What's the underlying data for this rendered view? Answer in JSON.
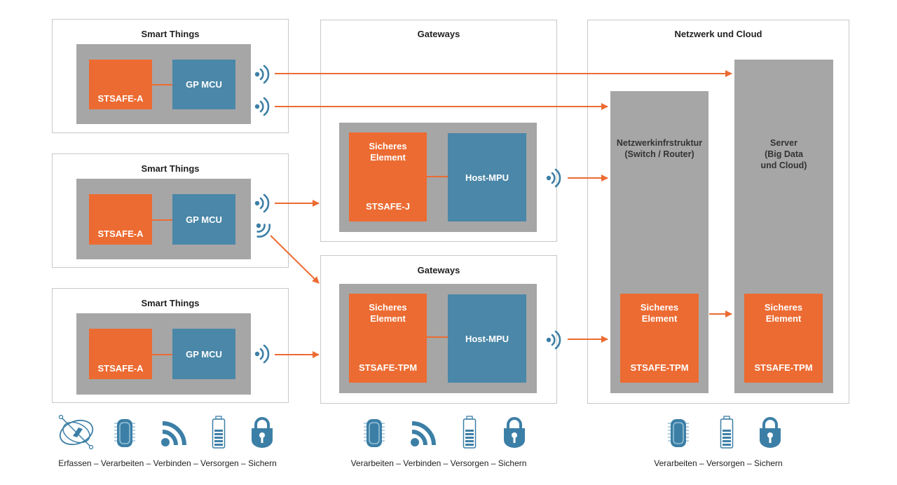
{
  "colors": {
    "orange": "#ec6b32",
    "blue": "#4a87a8",
    "grey": "#a6a6a6",
    "icon_blue": "#3c7fa6"
  },
  "smart_things": [
    {
      "title": "Smart Things",
      "secure": "STSAFE-A",
      "mcu": "GP MCU"
    },
    {
      "title": "Smart Things",
      "secure": "STSAFE-A",
      "mcu": "GP MCU"
    },
    {
      "title": "Smart Things",
      "secure": "STSAFE-A",
      "mcu": "GP MCU"
    }
  ],
  "gateways": [
    {
      "title": "Gateways",
      "secure_line1": "Sicheres",
      "secure_line2": "Element",
      "secure_part": "STSAFE-J",
      "mpu": "Host-MPU"
    },
    {
      "title": "Gateways",
      "secure_line1": "Sicheres",
      "secure_line2": "Element",
      "secure_part": "STSAFE-TPM",
      "mpu": "Host-MPU"
    }
  ],
  "network_cloud": {
    "title": "Netzwerk und Cloud",
    "infra": {
      "line1": "Netzwerkinfrstruktur",
      "line2": "(Switch / Router)",
      "secure_line1": "Sicheres",
      "secure_line2": "Element",
      "secure_part": "STSAFE-TPM"
    },
    "server": {
      "line1": "Server",
      "line2": "(Big Data",
      "line3": "und Cloud)",
      "secure_line1": "Sicheres",
      "secure_line2": "Element",
      "secure_part": "STSAFE-TPM"
    }
  },
  "legend": [
    {
      "icons": [
        "sensor-icon",
        "chip-icon",
        "wifi-icon",
        "battery-icon",
        "lock-icon"
      ],
      "caption": "Erfassen – Verarbeiten – Verbinden – Versorgen – Sichern"
    },
    {
      "icons": [
        "chip-icon",
        "wifi-icon",
        "battery-icon",
        "lock-icon"
      ],
      "caption": "Verarbeiten – Verbinden – Versorgen – Sichern"
    },
    {
      "icons": [
        "chip-icon",
        "battery-icon",
        "lock-icon"
      ],
      "caption": "Verarbeiten – Versorgen – Sichern"
    }
  ]
}
